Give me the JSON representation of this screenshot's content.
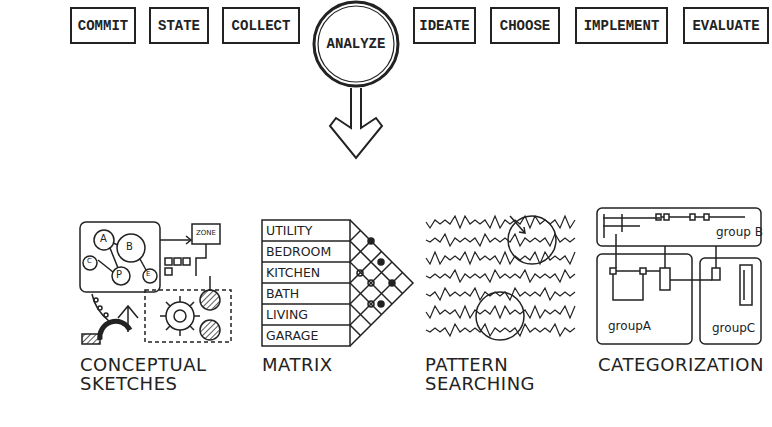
{
  "diagram": {
    "nodes": [
      {
        "text": [
          "COMMIT"
        ]
      },
      {
        "text": [
          "STATE"
        ]
      },
      {
        "text": [
          "COLLECT"
        ]
      },
      {
        "text": [
          "ANALYZE"
        ]
      },
      {
        "text": [
          "IDEATE"
        ]
      },
      {
        "text": [
          "CHOOSE"
        ]
      },
      {
        "text": [
          "IMPLEMENT"
        ]
      },
      {
        "text": [
          "EVALUATE"
        ]
      }
    ],
    "labels": [
      "A",
      "B",
      "C",
      "P",
      "E",
      "ZONE",
      "UTILITY",
      "BEDROOM",
      "KITCHEN",
      "BATH",
      "LIVING",
      "GARAGE",
      "group B",
      "groupA",
      "groupC",
      "CONCEPTUAL SKETCHES",
      "MATRIX",
      "PATTERN SEARCHING",
      "CATEGORIZATION"
    ]
  }
}
